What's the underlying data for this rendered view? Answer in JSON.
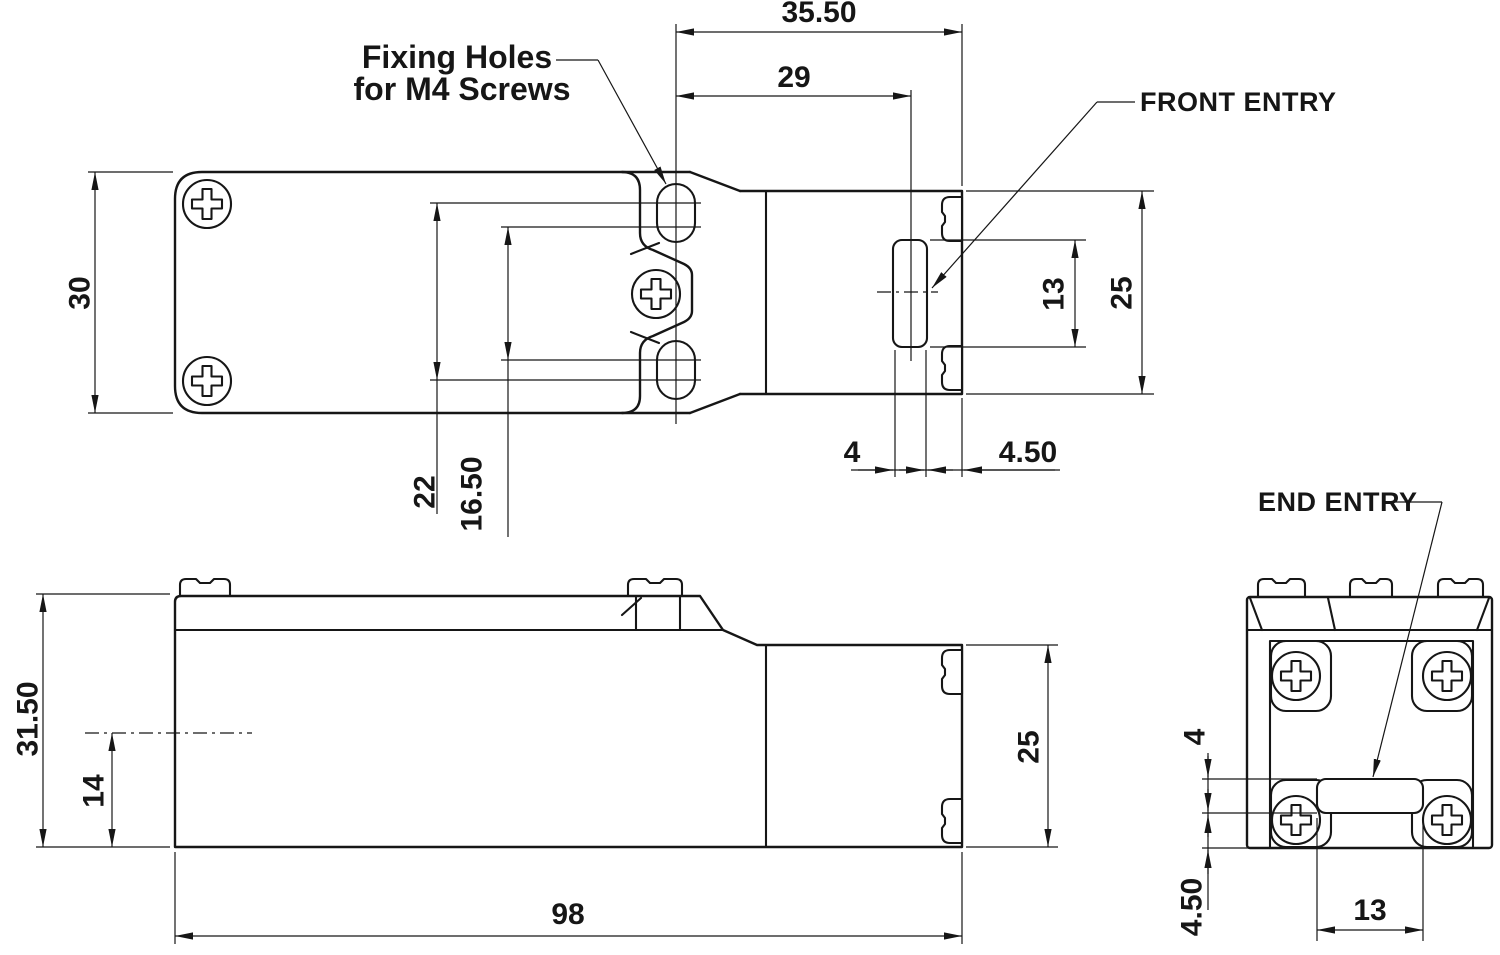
{
  "colors": {
    "ink": "#161616",
    "background": "#ffffff"
  },
  "callouts": {
    "fixing_holes_line1": "Fixing Holes",
    "fixing_holes_line2": "for M4 Screws",
    "front_entry": "FRONT ENTRY",
    "end_entry": "END ENTRY"
  },
  "top_view": {
    "dim_overall_to_end": "35.50",
    "dim_hole_to_entry_center": "29",
    "dim_plate_depth": "30",
    "dim_slot_span_outer": "22",
    "dim_slot_span_inner": "16.50",
    "dim_entry_slot_width": "4",
    "dim_entry_to_end": "4.50",
    "dim_entry_length": "13",
    "dim_head_depth": "25"
  },
  "side_view": {
    "dim_overall_height": "31.50",
    "dim_axis_height": "14",
    "dim_body_length": "98",
    "dim_head_height": "25"
  },
  "end_view": {
    "dim_entry_height": "4",
    "dim_entry_to_base": "4.50",
    "dim_entry_width": "13"
  }
}
